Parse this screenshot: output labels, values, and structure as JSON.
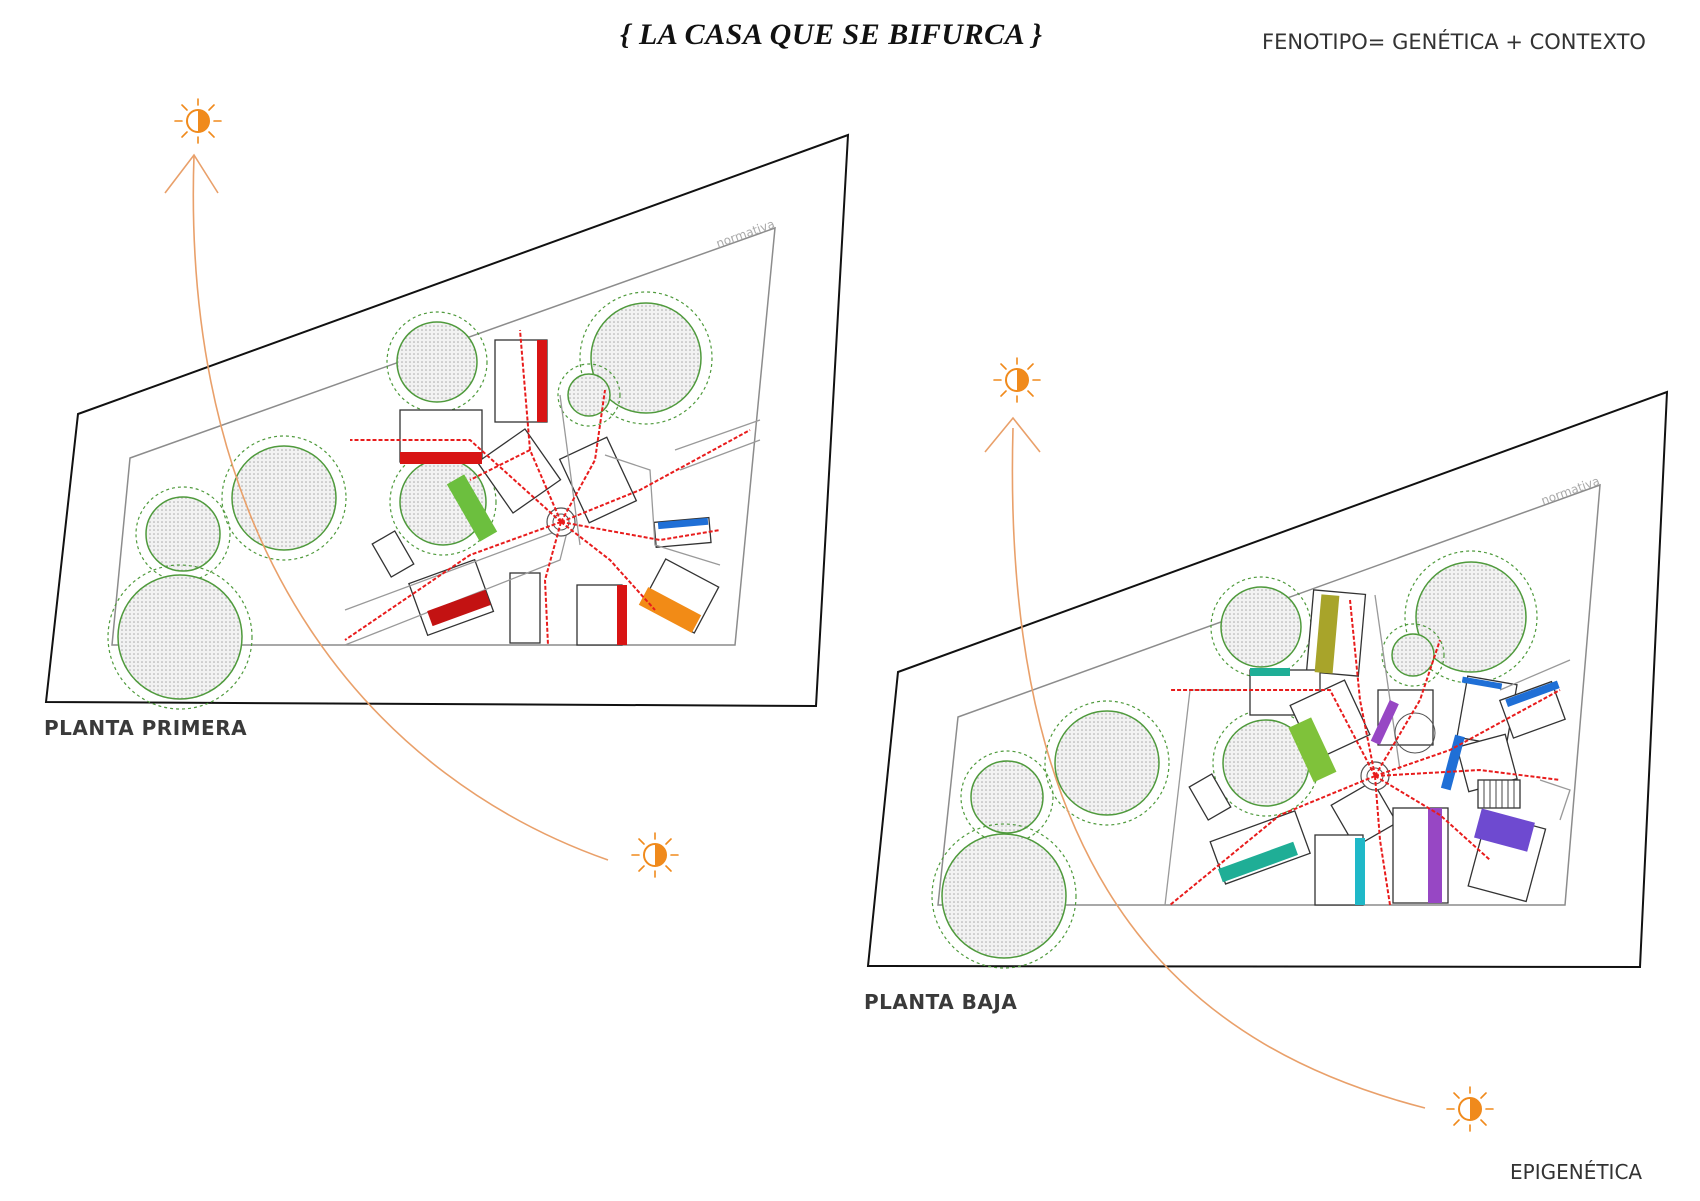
{
  "header": {
    "title": "{ LA CASA QUE SE BIFURCA }",
    "formula": "FENOTIPO= GENÉTICA + CONTEXTO"
  },
  "plans": [
    {
      "label": "PLANTA PRIMERA",
      "setback_label": "normativa"
    },
    {
      "label": "PLANTA BAJA",
      "setback_label": "normativa"
    }
  ],
  "footer": {
    "note": "EPIGENÉTICA"
  },
  "icons": {
    "sun": "sun-icon",
    "sun_path": "sun-path-arrow"
  },
  "colors": {
    "site_outline": "#111111",
    "setback": "#8c8c8c",
    "circulation": "#e81c1c",
    "tree": "#4f9a3c",
    "sun": "#f08a1c",
    "sun_path": "#e9a06a",
    "room_green": "#6cbf3e",
    "room_red": "#d81414",
    "room_orange": "#f28b16",
    "room_blue": "#1f6fd6",
    "room_olive": "#a8a42a",
    "room_teal": "#1fae96",
    "room_lime": "#7fc23a",
    "room_purple": "#9747c4",
    "room_cyan": "#1fb8c8",
    "room_violet": "#6e4ad0"
  }
}
